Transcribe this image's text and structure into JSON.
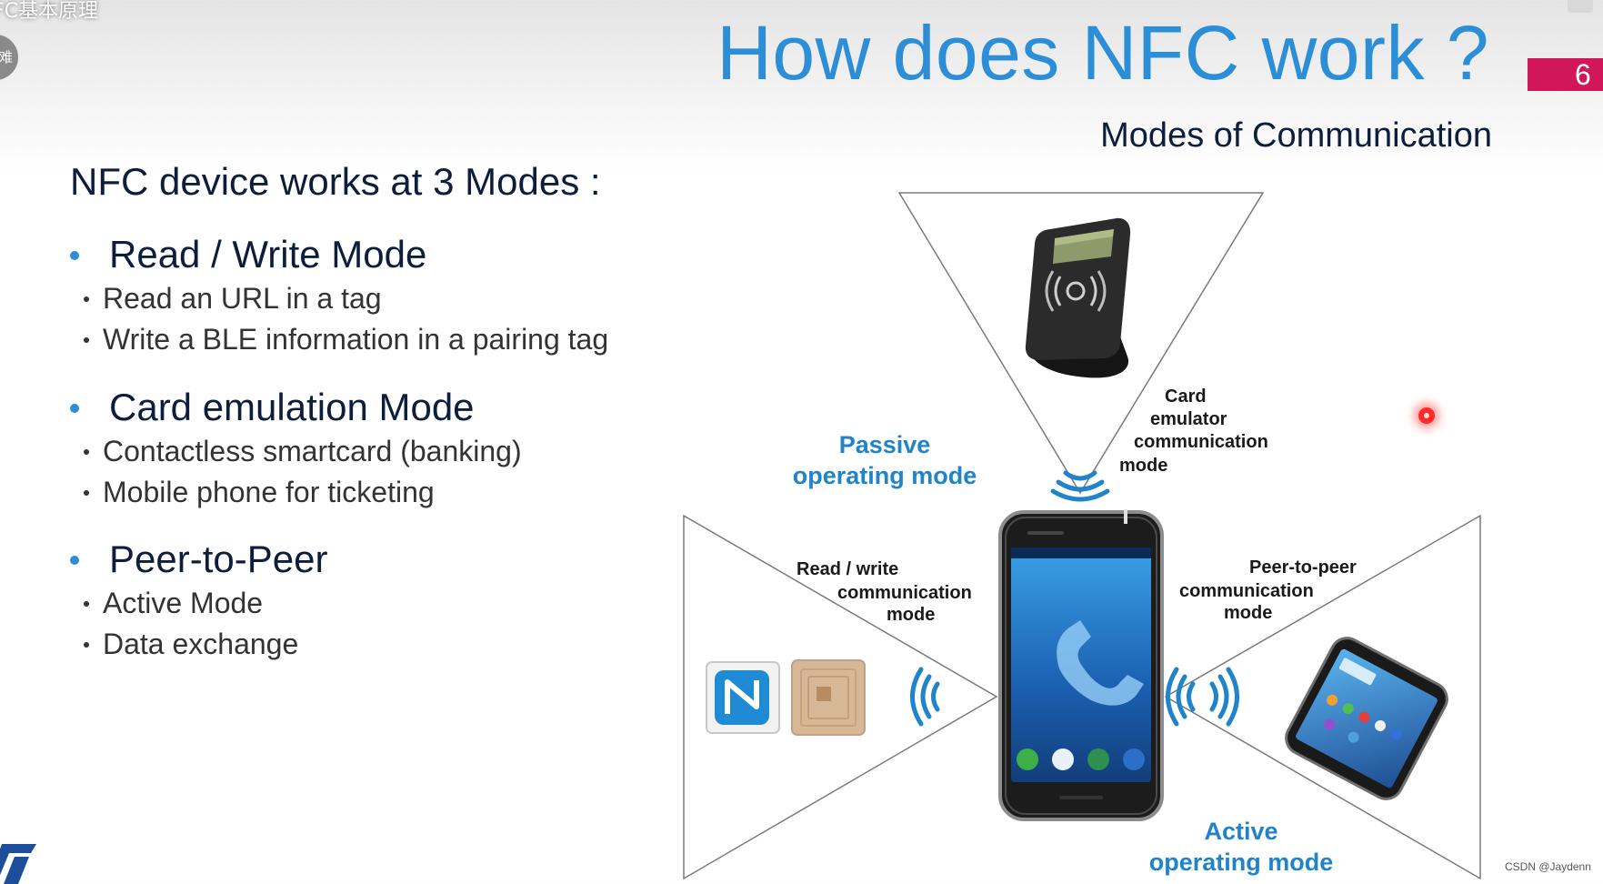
{
  "video_title": "FC基本原理",
  "avatar_text": "难",
  "slide": {
    "title": "How does NFC work ?",
    "page_number": "6",
    "subtitle": "Modes of Communication",
    "intro": "NFC device works at 3 Modes :",
    "modes": [
      {
        "label": "Read / Write Mode",
        "items": [
          "Read an URL in a tag",
          "Write a BLE information in a pairing tag"
        ]
      },
      {
        "label": "Card emulation Mode",
        "items": [
          "Contactless smartcard (banking)",
          "Mobile phone for ticketing"
        ]
      },
      {
        "label": "Peer-to-Peer",
        "items": [
          "Active Mode",
          "Data exchange"
        ]
      }
    ]
  },
  "diagram": {
    "card_emulator_label": [
      "Card",
      "emulator",
      "communication",
      "mode"
    ],
    "passive_label": [
      "Passive",
      "operating mode"
    ],
    "read_write_label": [
      "Read / write",
      "communication",
      "mode"
    ],
    "peer_label": [
      "Peer-to-peer",
      "communication",
      "mode"
    ],
    "active_label": [
      "Active",
      "operating mode"
    ]
  },
  "watermark": "CSDN @Jaydenn",
  "colors": {
    "title_blue": "#2c8ed6",
    "accent_magenta": "#d2165a",
    "text_navy": "#0d1d3c",
    "diagram_blue": "#1f84c9"
  }
}
